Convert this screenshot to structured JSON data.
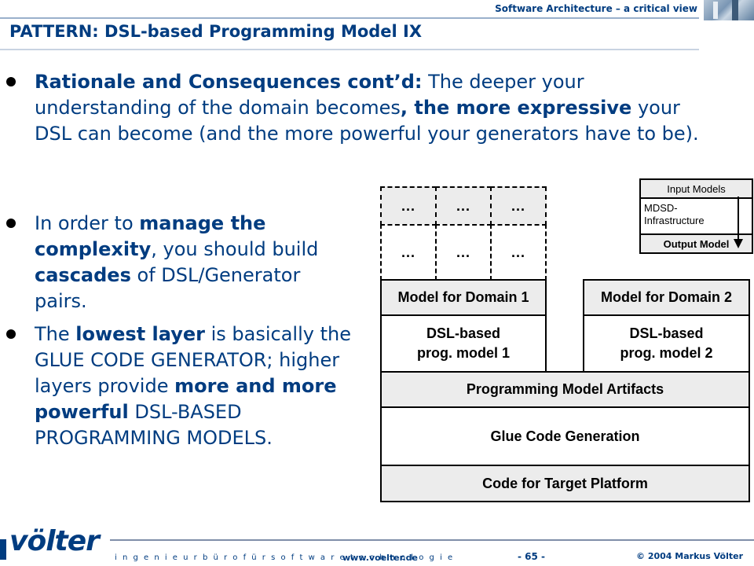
{
  "header": {
    "series_title": "Software Architecture – a critical view",
    "slide_title": "PATTERN: DSL-based Programming Model IX"
  },
  "bullets": [
    {
      "parts": [
        {
          "text": "Rationale and Consequences cont’d:",
          "bold": true
        },
        {
          "text": " The deeper your understanding of the domain becomes",
          "bold": false
        },
        {
          "text": ", the more expressive",
          "bold": true
        },
        {
          "text": " your DSL can become (and the more powerful your generators have to be).",
          "bold": false
        }
      ]
    },
    {
      "parts": [
        {
          "text": "In order to ",
          "bold": false
        },
        {
          "text": "manage the complexity",
          "bold": true
        },
        {
          "text": ", you should build ",
          "bold": false
        },
        {
          "text": "cascades",
          "bold": true
        },
        {
          "text": " of DSL/Generator pairs.",
          "bold": false
        }
      ]
    },
    {
      "parts": [
        {
          "text": "The ",
          "bold": false
        },
        {
          "text": "lowest layer",
          "bold": true
        },
        {
          "text": " is basically the GLUE CODE GENERATOR; higher layers provide ",
          "bold": false
        },
        {
          "text": "more and more powerful",
          "bold": true
        },
        {
          "text": " DSL-BASED PROGRAMMING MODELS.",
          "bold": false
        }
      ]
    }
  ],
  "diagram": {
    "dots": "...",
    "model_domain_1": "Model for Domain 1",
    "dsl_model_1": "DSL-based prog. model 1",
    "model_domain_2": "Model for Domain 2",
    "dsl_model_2": "DSL-based prog. model 2",
    "artifacts": "Programming Model Artifacts",
    "glue": "Glue Code Generation",
    "target": "Code for Target Platform",
    "mini": {
      "input": "Input Models",
      "infra": "MDSD-Infrastructure",
      "output": "Output Model"
    }
  },
  "footer": {
    "logo": "völter",
    "tagline": "i n g e n i e u r b ü r o   f ü r   s o f t w a r e t e c h n o l o g i e",
    "website": "www.voelter.de",
    "page": "- 65 -",
    "copyright": "© 2004  Markus Völter"
  }
}
